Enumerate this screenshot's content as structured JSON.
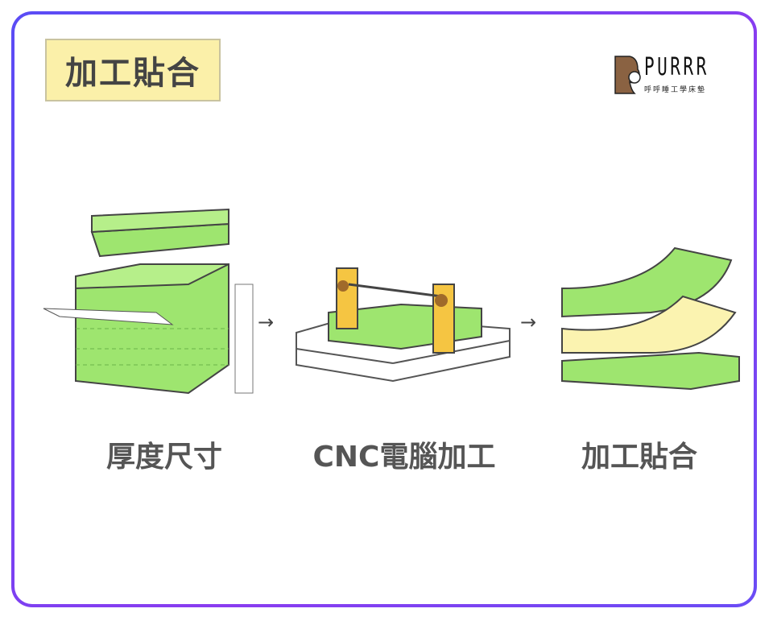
{
  "title": "加工貼合",
  "logo": {
    "name": "PURRR",
    "subtitle": "呼呼睡工學床墊"
  },
  "steps": [
    {
      "label": "厚度尺寸"
    },
    {
      "label": "CNC電腦加工"
    },
    {
      "label": "加工貼合"
    }
  ],
  "arrow": "→",
  "colors": {
    "foam": "#9ee56f",
    "glue": "#fbf3b0",
    "clamp": "#f5c542",
    "border": "#7a3cf0"
  }
}
